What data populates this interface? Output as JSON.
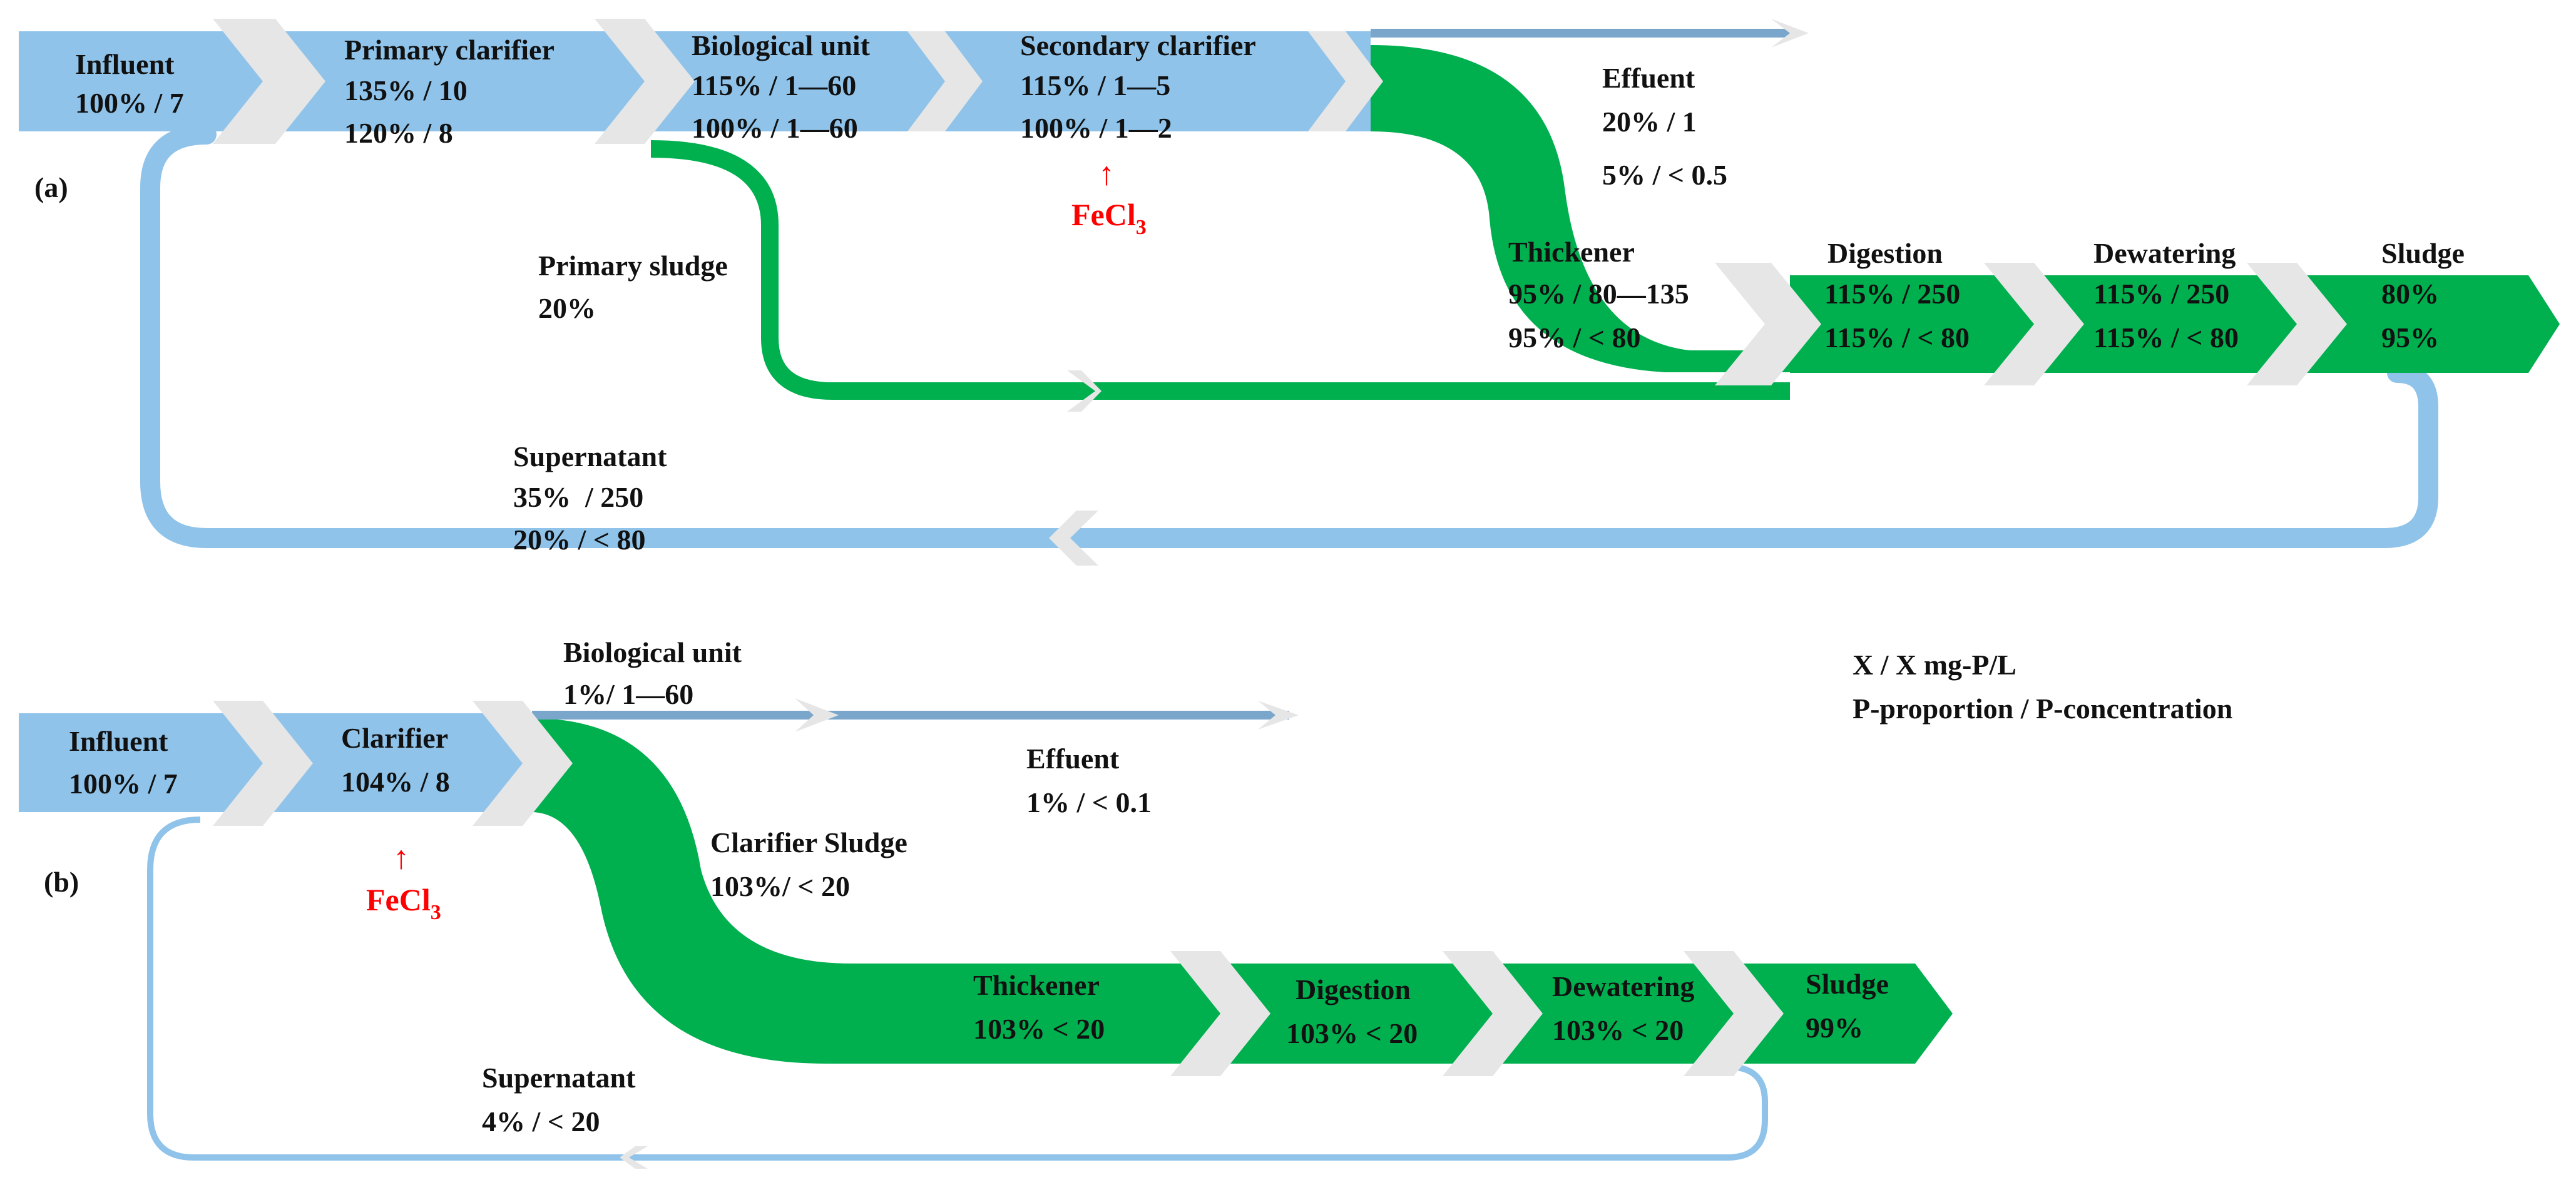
{
  "panel_a": {
    "tag": "(a)",
    "stages": {
      "influent": {
        "name": "Influent",
        "line1": "100% / 7"
      },
      "primary_clarifier": {
        "name": "Primary clarifier",
        "line1": "135% / 10",
        "line2": "120% / 8"
      },
      "biological_unit": {
        "name": "Biological unit",
        "line1": "115% / 1—60",
        "line2": "100% / 1—60"
      },
      "secondary_clarifier": {
        "name": "Secondary clarifier",
        "line1": "115% / 1—5",
        "line2": "100% / 1—2"
      },
      "effluent": {
        "name": "Effuent",
        "line1": "20% / 1",
        "line2": "5% / < 0.5"
      },
      "thickener": {
        "name": "Thickener",
        "line1": "95% / 80—135",
        "line2": "95% / < 80"
      },
      "digestion": {
        "name": "Digestion",
        "line1": "115% / 250",
        "line2": "115% / < 80"
      },
      "dewatering": {
        "name": "Dewatering",
        "line1": "115% / 250",
        "line2": "115% / < 80"
      },
      "sludge": {
        "name": "Sludge",
        "line1": "80%",
        "line2": "95%"
      },
      "primary_sludge": {
        "name": "Primary sludge",
        "line1": "20%"
      },
      "supernatant": {
        "name": "Supernatant",
        "line1": "35%  / 250",
        "line2": "20% / < 80"
      }
    },
    "dosing": {
      "arrow": "↑",
      "chem": "FeCl",
      "sub": "3"
    }
  },
  "panel_b": {
    "tag": "(b)",
    "stages": {
      "influent": {
        "name": "Influent",
        "line1": "100% / 7"
      },
      "clarifier": {
        "name": "Clarifier",
        "line1": "104% / 8"
      },
      "biological_unit": {
        "name": "Biological unit",
        "line1": "1%/ 1—60"
      },
      "effluent": {
        "name": "Effuent",
        "line1": "1% / < 0.1"
      },
      "clarifier_sludge": {
        "name": "Clarifier Sludge",
        "line1": "103%/ < 20"
      },
      "thickener": {
        "name": "Thickener",
        "line1": "103% < 20"
      },
      "digestion": {
        "name": "Digestion",
        "line1": "103% < 20"
      },
      "dewatering": {
        "name": "Dewatering",
        "line1": "103% < 20"
      },
      "sludge": {
        "name": "Sludge",
        "line1": "99%"
      },
      "supernatant": {
        "name": "Supernatant",
        "line1": "4% / < 20"
      }
    },
    "dosing": {
      "arrow": "↑",
      "chem": "FeCl",
      "sub": "3"
    }
  },
  "legend": {
    "line1": "X / X mg-P/L",
    "line2": "P-proportion / P-concentration"
  },
  "colors": {
    "water_blue": "#8fc3ea",
    "sludge_green": "#00b04f",
    "chevron_grey": "#e6e6e6",
    "line_blue": "#7aa6cc",
    "dosing_red": "#ff0000"
  }
}
